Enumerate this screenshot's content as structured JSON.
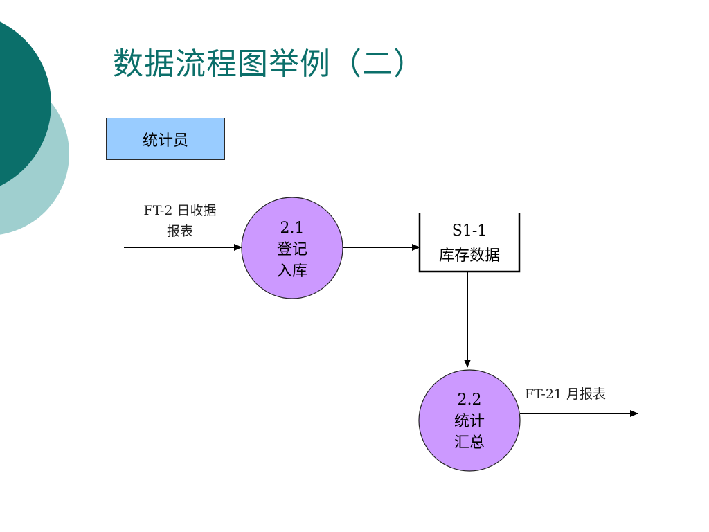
{
  "slide": {
    "title": "数据流程图举例（二）"
  },
  "entity": {
    "label": "统计员"
  },
  "processes": [
    {
      "id": "2.1",
      "lines": [
        "登记",
        "入库"
      ]
    },
    {
      "id": "2.2",
      "lines": [
        "统计",
        "汇总"
      ]
    }
  ],
  "data_store": {
    "id": "S1-1",
    "name": "库存数据"
  },
  "flows": {
    "input": {
      "line1": "FT-2 日收据",
      "line2": "报表"
    },
    "output": {
      "label": "FT-21 月报表"
    }
  },
  "colors": {
    "title": "#0b6f6a",
    "entity_fill": "#99ccff",
    "process_fill": "#cc99ff",
    "deco_dark": "#0b6f6a",
    "deco_light": "#9fcfcf"
  }
}
